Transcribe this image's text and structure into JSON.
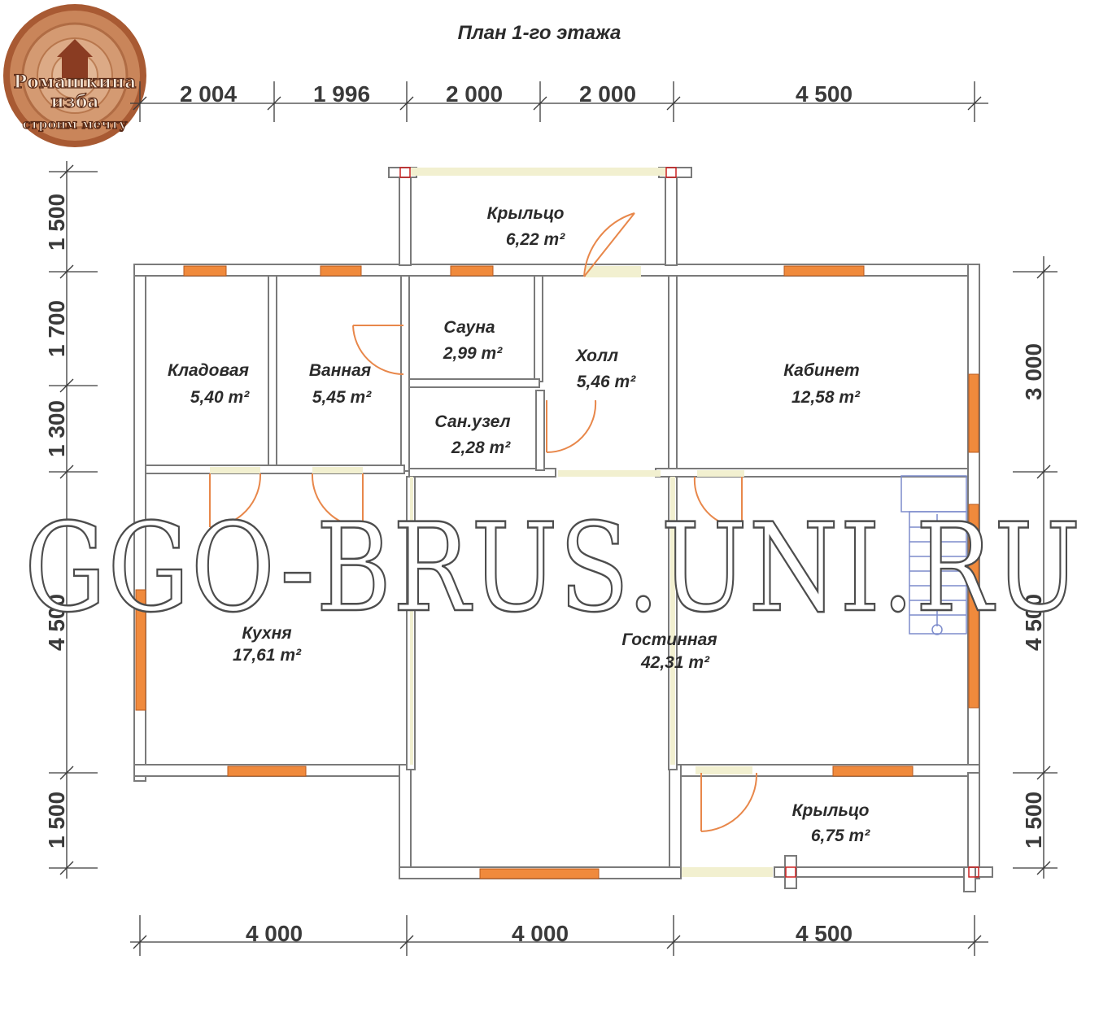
{
  "title": "План 1-го этажа",
  "logo": {
    "line1": "Ромашкина",
    "line2": "изба",
    "slogan": "строим мечту"
  },
  "watermark": "GGO-BRUS.UNI.RU",
  "dimensions": {
    "top": [
      "2 004",
      "1 996",
      "2 000",
      "2 000",
      "4 500"
    ],
    "bottom": [
      "4 000",
      "4 000",
      "4 500"
    ],
    "left": [
      "1 500",
      "1 700",
      "1 300",
      "4 500",
      "1 500"
    ],
    "right": [
      "3 000",
      "4 500",
      "1 500"
    ]
  },
  "rooms": {
    "porch_top": {
      "name": "Крыльцо",
      "area": "6,22 m²"
    },
    "storage": {
      "name": "Кладовая",
      "area": "5,40 m²"
    },
    "bath": {
      "name": "Ванная",
      "area": "5,45 m²"
    },
    "sauna": {
      "name": "Сауна",
      "area": "2,99 m²"
    },
    "wc": {
      "name": "Сан.узел",
      "area": "2,28 m²"
    },
    "hall": {
      "name": "Холл",
      "area": "5,46 m²"
    },
    "office": {
      "name": "Кабинет",
      "area": "12,58 m²"
    },
    "kitchen": {
      "name": "Кухня",
      "area": "17,61 m²"
    },
    "living": {
      "name": "Гостинная",
      "area": "42,31 m²"
    },
    "porch_bottom": {
      "name": "Крыльцо",
      "area": "6,75 m²"
    }
  },
  "colors": {
    "wall": "#7a7a7a",
    "wall_fill": "#ffffff",
    "window": "#f08a3c",
    "doorway": "#f2f0d0",
    "door_arc": "#e8874a",
    "stairs": "#7d8ccc",
    "logo_wood": "#b0633a"
  }
}
